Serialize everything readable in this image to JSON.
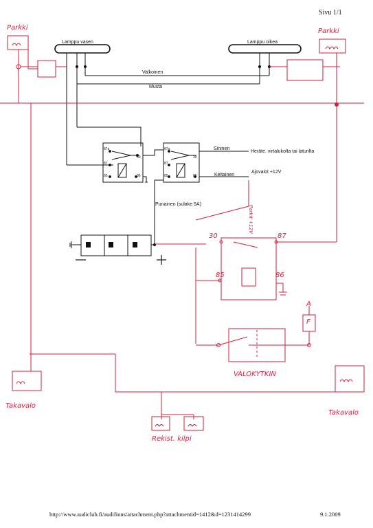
{
  "page": {
    "page_number": "Sivu 1/1",
    "footer_url": "http://www.audiclub.fi/audifinns/attachment.php?attachmentid=1412&d=1231414299",
    "footer_date": "9.1.2009"
  },
  "diagram": {
    "lamps": {
      "left": "Lamppu vasen",
      "right": "Lamppu oikea"
    },
    "wires": {
      "white": "Valkoinen",
      "black": "Musta",
      "blue": "Sininen",
      "yellow": "Keltainen",
      "red_fused": "Punainen (sulake 5A)"
    },
    "notes": {
      "trigger": "Heräte. virtalukolta tai laturilta",
      "headlights": "Ajovalot +12V"
    },
    "relay_pins": {
      "left": [
        "87a",
        "87",
        "30",
        "85",
        "86"
      ],
      "right": [
        "87a",
        "87",
        "30",
        "85",
        "86"
      ]
    },
    "battery": {
      "minus": "−",
      "plus": "+"
    },
    "handwritten": {
      "parking_left": "Parkki",
      "parking_right": "Parkki",
      "relay_annot": "Parkit +12V",
      "pin_30": "30",
      "pin_87": "87",
      "pin_85": "85",
      "pin_86": "86",
      "fuse_amp": "A",
      "fuse": "F",
      "light_switch": "VALOKYTKIN",
      "tail_left": "Takavalo",
      "tail_right": "Takavalo",
      "plate": "Rekist. kilpi"
    },
    "colors": {
      "ink": "#111111",
      "red_pen": "#d21f3c"
    }
  }
}
